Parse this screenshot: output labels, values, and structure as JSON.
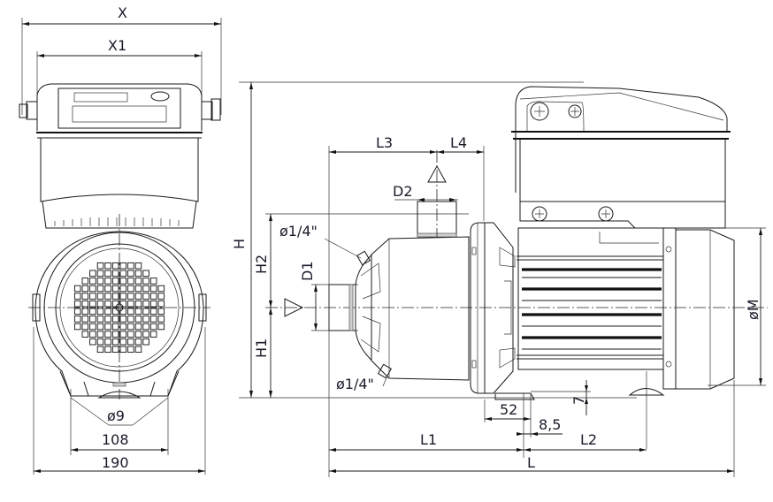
{
  "drawing": {
    "title": "Pump dimension drawing",
    "colors": {
      "line": "#1a1a1a",
      "text": "#1a1a2a",
      "background": "#ffffff"
    },
    "front_view": {
      "labels": {
        "width_overall": "X",
        "width_box": "X1",
        "hole_diameter": "ø9",
        "foot_spacing": "108",
        "base_width": "190"
      }
    },
    "side_view": {
      "labels": {
        "height_total": "H",
        "height_upper": "H2",
        "height_lower": "H1",
        "inlet_diameter": "D1",
        "outlet_diameter": "D2",
        "plug_top": "ø1/4\"",
        "plug_bottom": "ø1/4\"",
        "outlet_offset": "L3",
        "outlet_to_flange": "L4",
        "length_L1": "L1",
        "length_L2": "L2",
        "length_total": "L",
        "motor_diameter": "øM",
        "dim_52": "52",
        "dim_8_5": "8,5",
        "dim_7": "7"
      }
    }
  }
}
